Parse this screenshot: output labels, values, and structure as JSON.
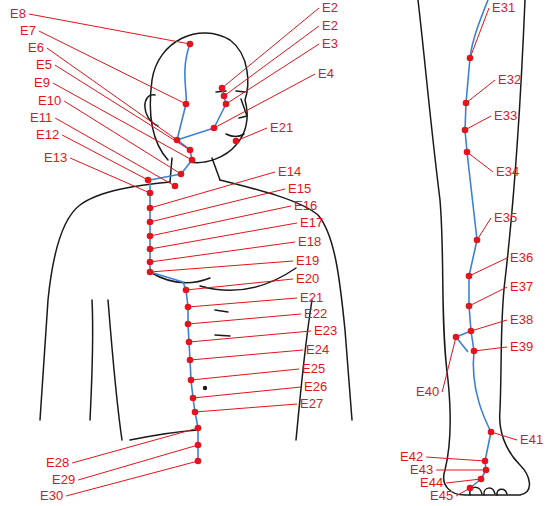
{
  "diagram": {
    "labels": [
      "E8",
      "E7",
      "E6",
      "E5",
      "E9",
      "E10",
      "E11",
      "E12",
      "E13",
      "E2",
      "E2",
      "E3",
      "E4",
      "E21",
      "E14",
      "E15",
      "E16",
      "E17",
      "E18",
      "E19",
      "E20",
      "E21",
      "E22",
      "E23",
      "E24",
      "E25",
      "E26",
      "E27",
      "E28",
      "E29",
      "E30",
      "E31",
      "E32",
      "E33",
      "E34",
      "E35",
      "E36",
      "E37",
      "E38",
      "E39",
      "E40",
      "E41",
      "E42",
      "E43",
      "E44",
      "E45"
    ]
  }
}
